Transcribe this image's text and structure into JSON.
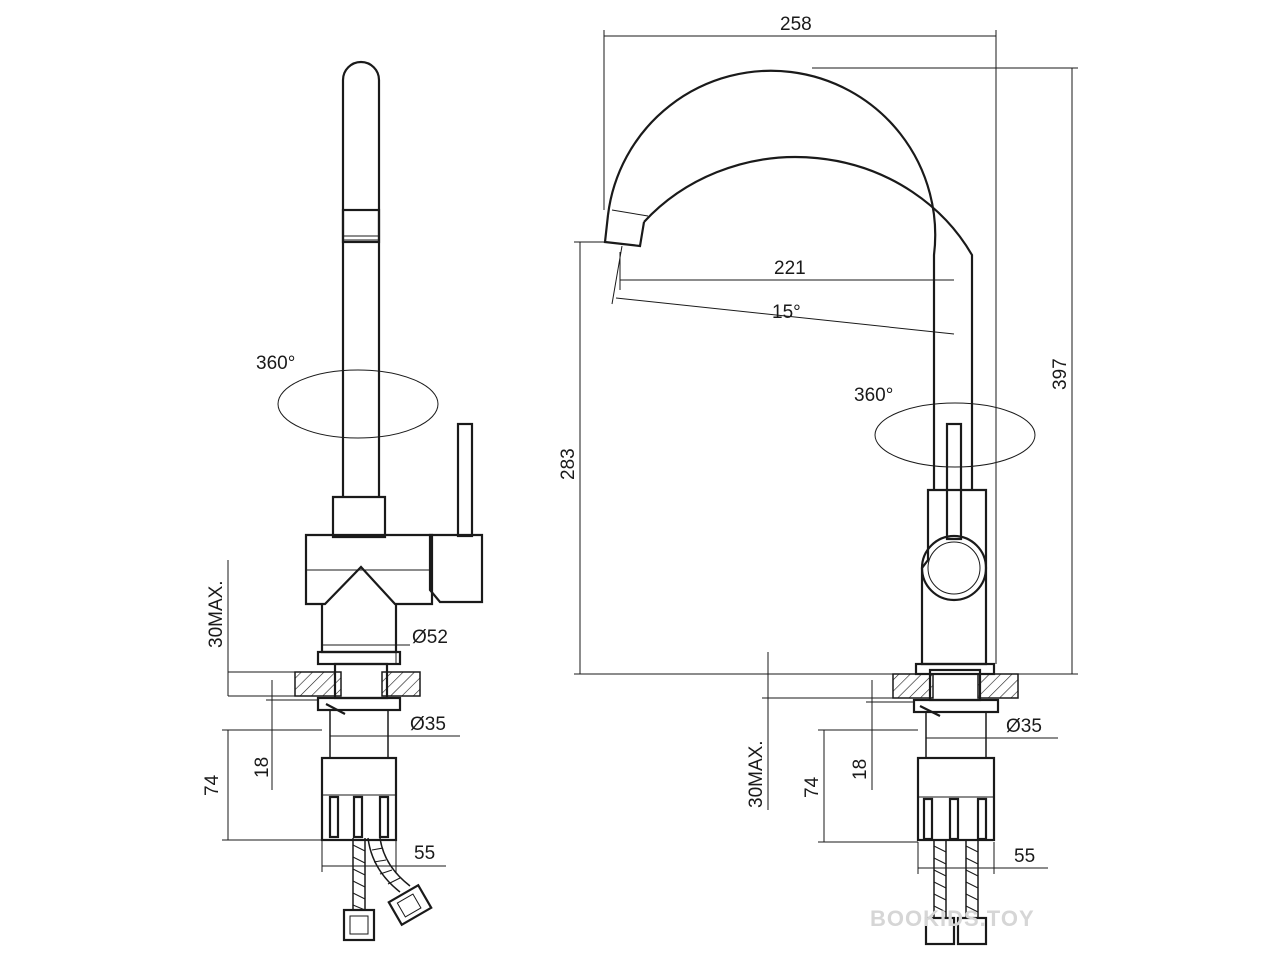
{
  "left_view": {
    "rotation": "360°",
    "body_diameter": "Ø52",
    "thread_diameter": "Ø35",
    "max_thickness": "30MAX.",
    "thread_length": "18",
    "shank_length": "74",
    "hose_width": "55"
  },
  "right_view": {
    "total_width": "258",
    "spout_reach": "221",
    "spout_angle": "15°",
    "total_height": "397",
    "spout_height": "283",
    "rotation": "360°",
    "thread_diameter": "Ø35",
    "max_thickness": "30MAX.",
    "thread_length": "18",
    "shank_length": "74",
    "hose_width": "55"
  },
  "watermark": "BOOKIDS.TOY"
}
